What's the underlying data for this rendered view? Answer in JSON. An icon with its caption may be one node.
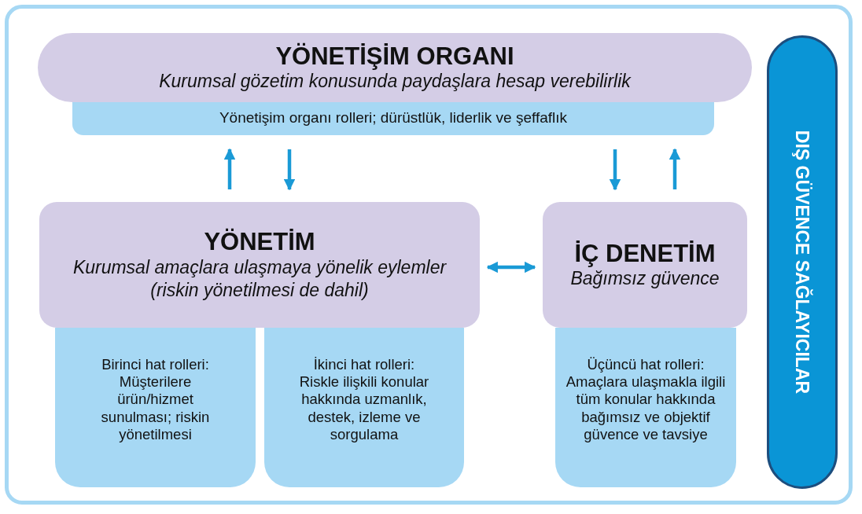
{
  "diagram": {
    "nodes": [
      {
        "text": [
          "YÖNETİŞİM ORGANI",
          "Kurumsal gözetim konusunda paydaşlara hesap verebilirlik"
        ]
      },
      {
        "text": [
          "Yönetişim organı rolleri; dürüstlük, liderlik ve şeffaflık"
        ]
      },
      {
        "text": [
          "YÖNETİM",
          "Kurumsal amaçlara ulaşmaya yönelik eylemler (riskin yönetilmesi de dahil)"
        ]
      },
      {
        "text": [
          "İÇ DENETİM",
          "Bağımsız güvence"
        ]
      },
      {
        "text": [
          "Birinci hat rolleri: Müşterilere ürün/hizmet sunulması; riskin yönetilmesi"
        ]
      },
      {
        "text": [
          "İkinci hat rolleri: Riskle ilişkili konular hakkında uzmanlık, destek, izleme ve sorgulama"
        ]
      },
      {
        "text": [
          "Üçüncü hat rolleri: Amaçlara ulaşmakla ilgili tüm konular hakkında bağımsız ve objektif güvence ve tavsiye"
        ]
      },
      {
        "text": [
          "DIŞ GÜVENCE SAĞLAYICILAR"
        ]
      }
    ],
    "edges": [
      {
        "from": 2,
        "to": 1,
        "arrow": "to"
      },
      {
        "from": 1,
        "to": 2,
        "arrow": "to"
      },
      {
        "from": 1,
        "to": 3,
        "arrow": "to"
      },
      {
        "from": 3,
        "to": 1,
        "arrow": "to"
      },
      {
        "from": 2,
        "to": 3,
        "arrow": "both"
      }
    ]
  }
}
